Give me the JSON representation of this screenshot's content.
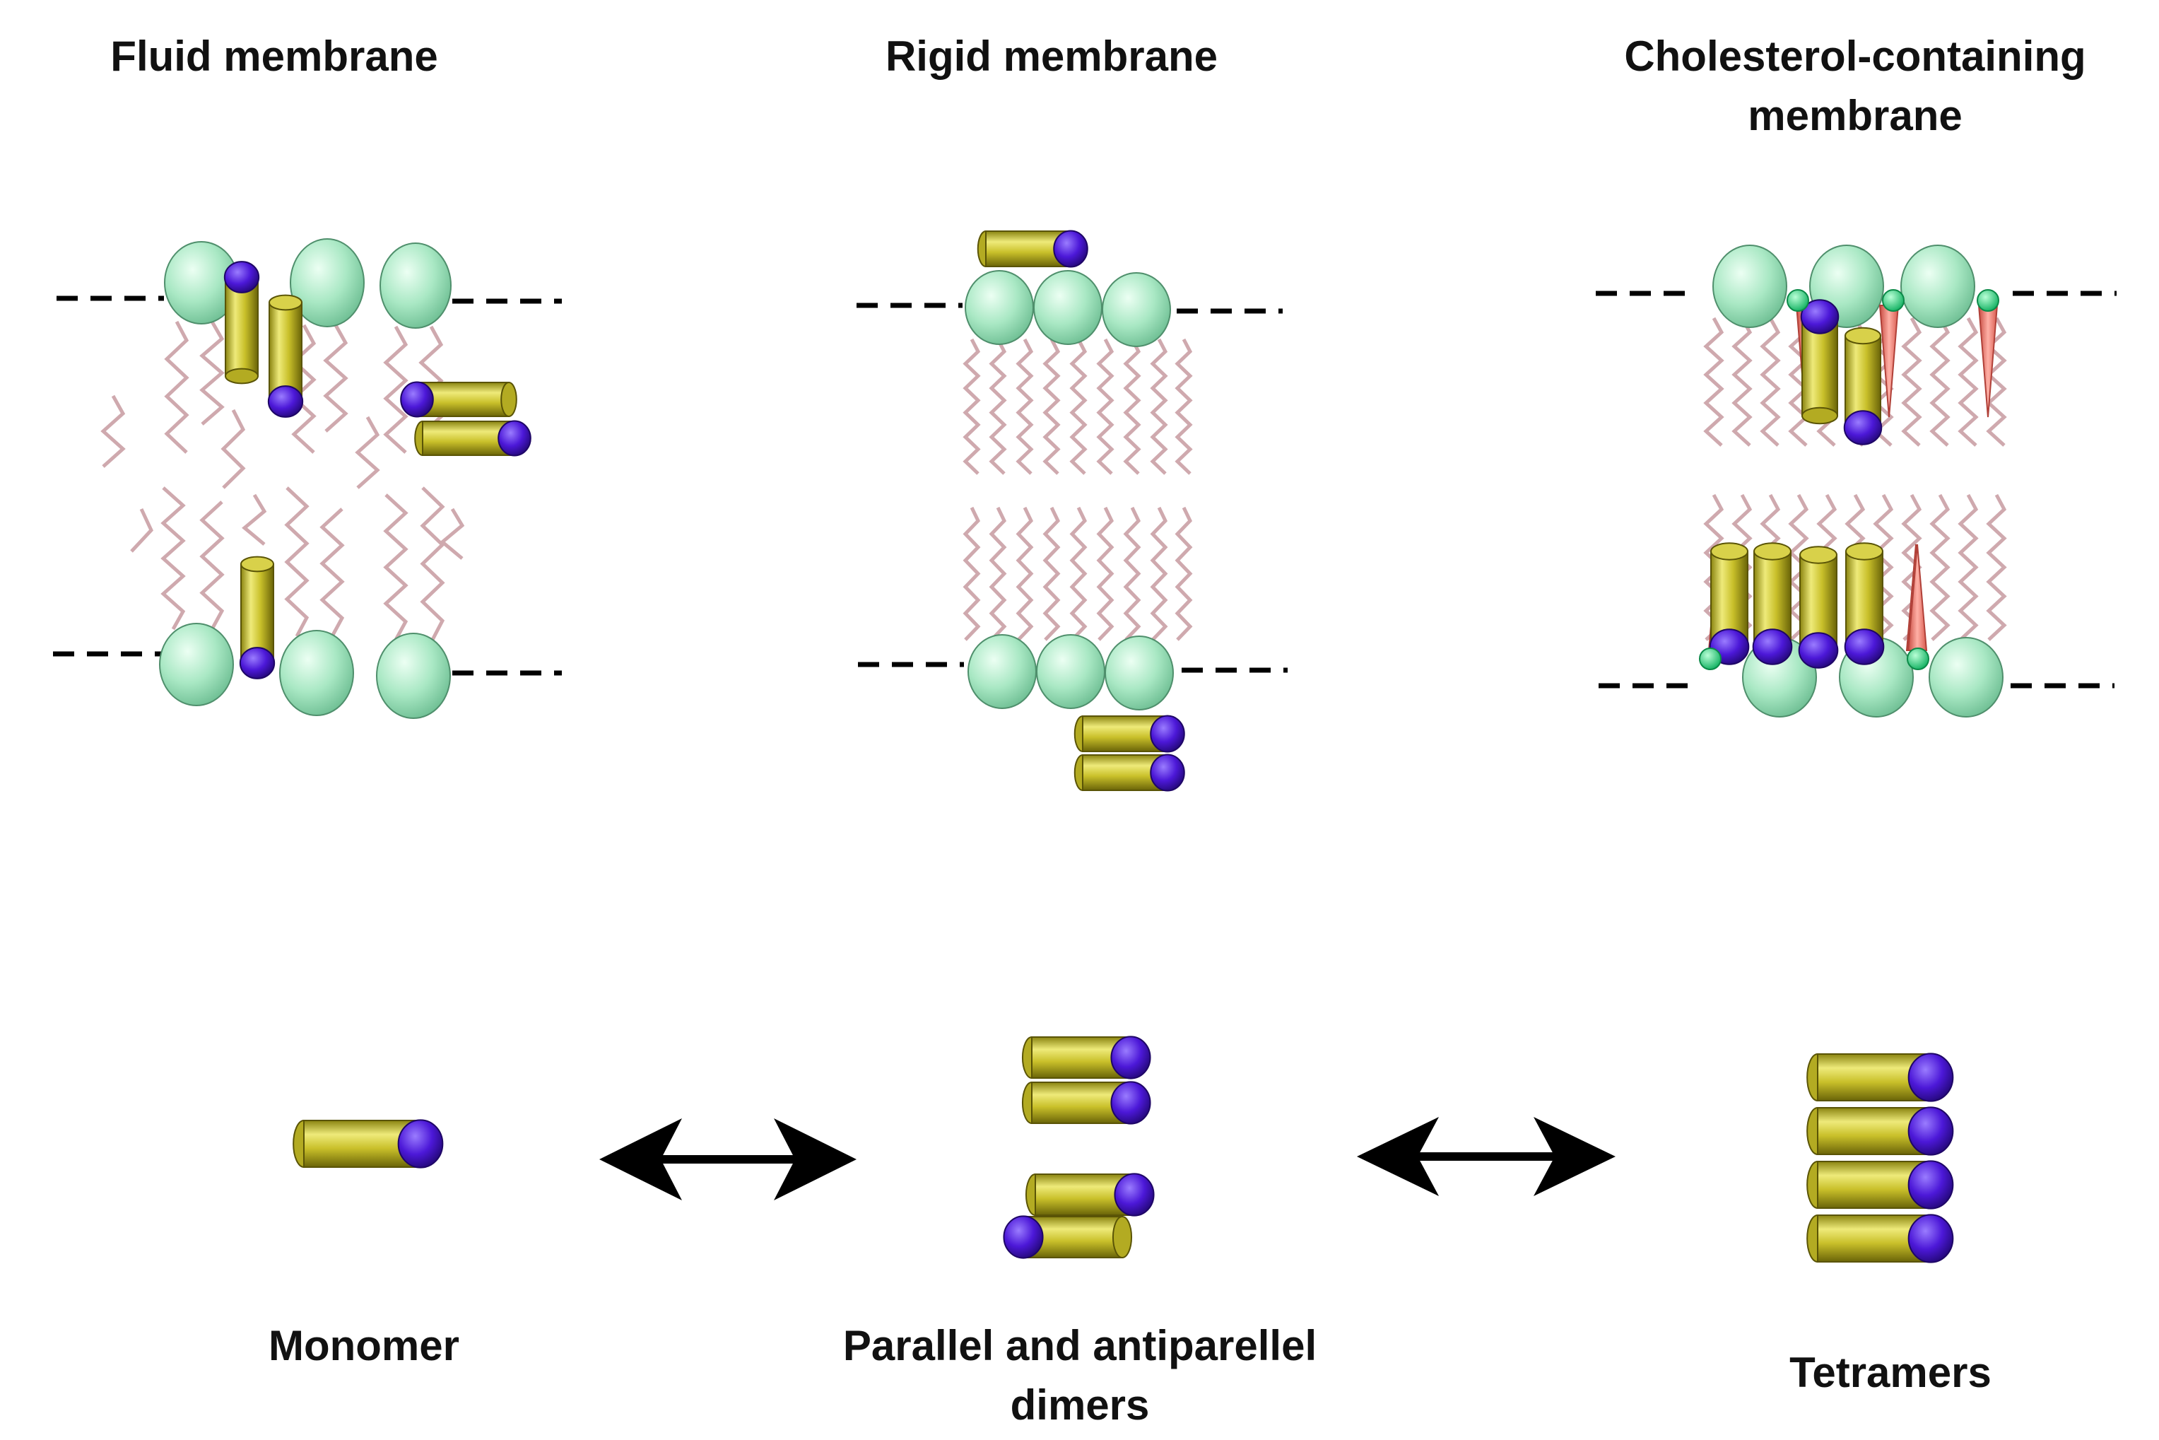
{
  "titles": {
    "fluid": "Fluid membrane",
    "rigid": "Rigid membrane",
    "chol_line1": "Cholesterol-containing",
    "chol_line2": "membrane"
  },
  "species": {
    "monomer": "Monomer",
    "dimers_line1": "Parallel  and antiparellel",
    "dimers_line2": "dimers",
    "tetramers": "Tetramers"
  },
  "colors": {
    "headgroup": "#a9e8c4",
    "tail": "#d8b8bc",
    "peptide_body": "#c9c02a",
    "peptide_cap": "#4c18d8",
    "cholesterol": "#f08a80",
    "chol_head": "#22dd77",
    "boundary": "#000000"
  }
}
